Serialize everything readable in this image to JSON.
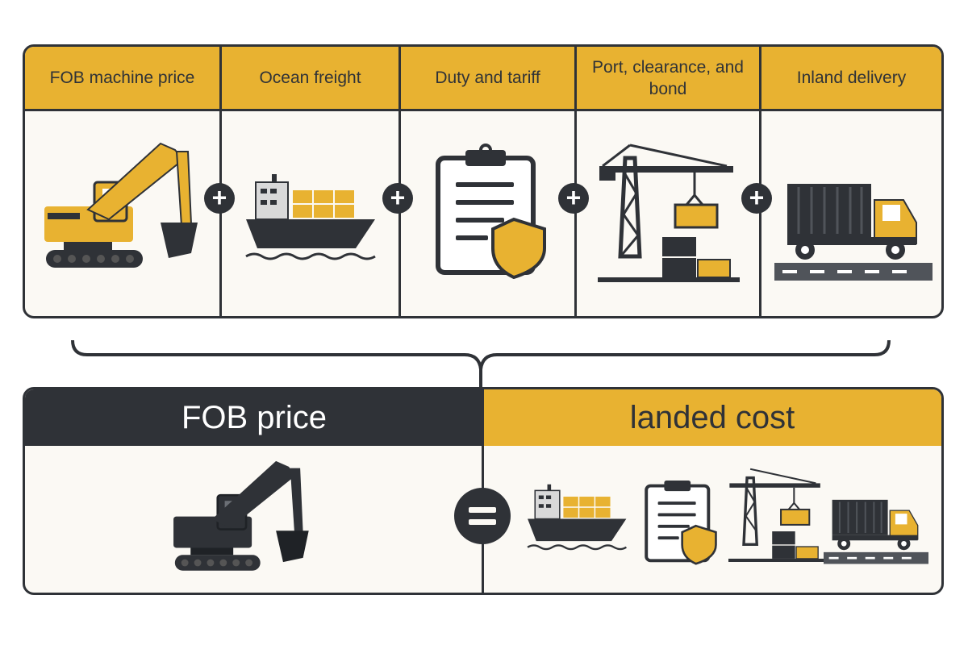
{
  "top_stages": [
    {
      "label": "FOB machine price",
      "icon": "excavator-icon"
    },
    {
      "label": "Ocean freight",
      "icon": "cargo-ship-icon"
    },
    {
      "label": "Duty and tariff",
      "icon": "clipboard-shield-icon"
    },
    {
      "label": "Port, clearance, and bond",
      "icon": "port-crane-icon"
    },
    {
      "label": "Inland delivery",
      "icon": "truck-icon"
    }
  ],
  "operators": {
    "plus": "+",
    "equals": "="
  },
  "bottom": {
    "left_title": "FOB price",
    "right_title": "landed cost"
  },
  "colors": {
    "accent": "#e8b231",
    "dark": "#2f3237",
    "background": "#fbf9f4"
  }
}
